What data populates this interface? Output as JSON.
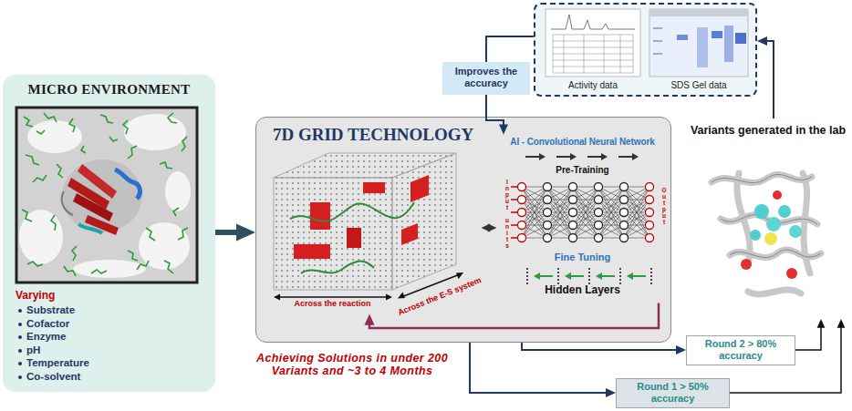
{
  "diagram": {
    "nodes": [
      {
        "text": [
          "MICRO ENVIRONMENT",
          "Varying",
          "Substrate",
          "Cofactor",
          "Enzyme",
          "pH",
          "Temperature",
          "Co-solvent"
        ]
      },
      {
        "text": [
          "7D GRID TECHNOLOGY"
        ]
      },
      {
        "text": [
          "Across the reaction",
          "Across the E-S system"
        ],
        "in": 1
      },
      {
        "text": [
          "AI - Convolutional Neural Network",
          "Pre-Training",
          "Fine Tuning",
          "Hidden Layers"
        ],
        "in": 1
      },
      {
        "text": [
          "Activity data",
          "SDS Gel data"
        ]
      },
      {
        "text": [
          "Improves the accuracy"
        ]
      },
      {
        "text": [
          "Variants generated in the lab"
        ]
      },
      {
        "text": [
          "Round 2 > 80% accuracy"
        ]
      },
      {
        "text": [
          "Round 1 > 50% accuracy"
        ]
      }
    ],
    "edges": [
      {
        "from": 0,
        "to": 1,
        "arrow": "to"
      },
      {
        "from": 1,
        "to": 7,
        "arrow": "to"
      },
      {
        "from": 1,
        "to": 8,
        "arrow": "to"
      },
      {
        "from": 7,
        "to": 6,
        "arrow": "to"
      },
      {
        "from": 8,
        "to": 6,
        "arrow": "to"
      },
      {
        "from": 6,
        "to": 4,
        "arrow": "to"
      },
      {
        "from": 4,
        "to": 5,
        "arrow": "none"
      },
      {
        "from": 5,
        "to": 3,
        "arrow": "to"
      },
      {
        "from": 2,
        "to": 3,
        "arrow": "both"
      },
      {
        "from": 3,
        "to": 2,
        "arrow": "to"
      }
    ],
    "labels": [
      "Input units",
      "Output",
      "Achieving Solutions in under 200 Variants and ~3 to 4 Months"
    ]
  }
}
